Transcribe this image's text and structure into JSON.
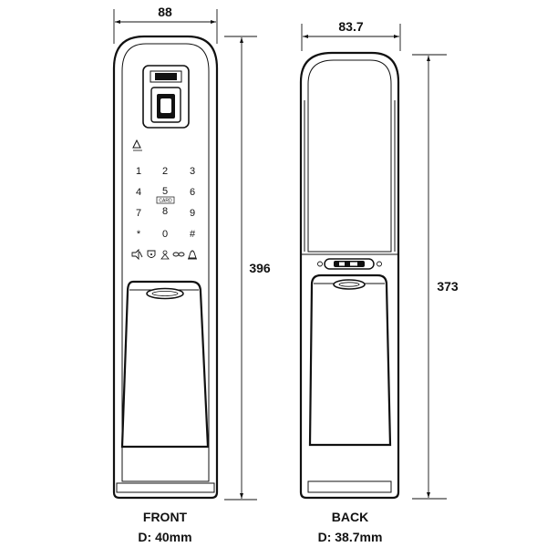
{
  "front": {
    "width_label": "88",
    "height_label": "396",
    "title": "FRONT",
    "depth": "D: 40mm",
    "keypad": [
      "1",
      "2",
      "3",
      "4",
      "5",
      "6",
      "7",
      "8",
      "9",
      "*",
      "0",
      "#"
    ],
    "card_label": "CARD"
  },
  "back": {
    "width_label": "83.7",
    "height_label": "373",
    "title": "BACK",
    "depth": "D: 38.7mm"
  },
  "icons": {
    "front_status": [
      "alarm-icon",
      "lock-status-icon",
      "mode-icon",
      "infinity-icon",
      "bell-icon"
    ],
    "front_top": "user-icon"
  }
}
